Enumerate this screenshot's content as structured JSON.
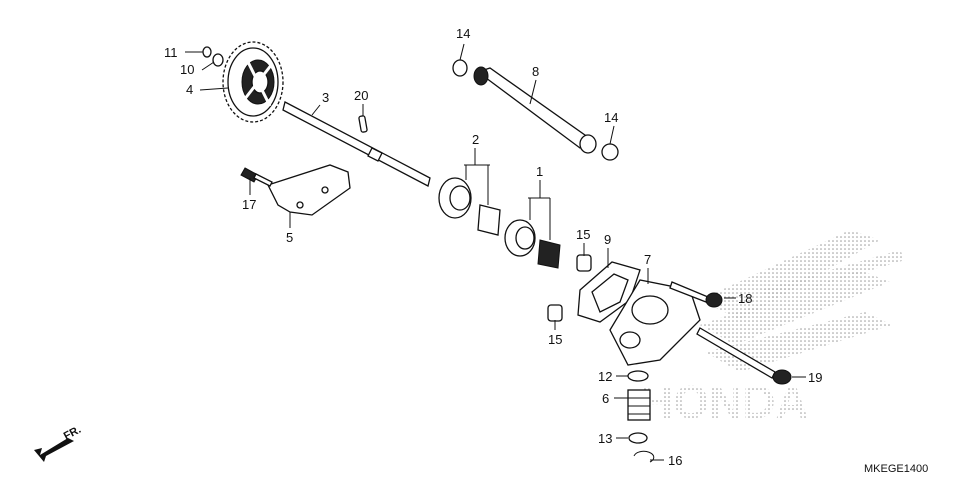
{
  "diagram": {
    "brand_watermark": "HONDA",
    "diagram_code": "MKEGE1400",
    "front_indicator": "FR.",
    "callouts": {
      "c1": "1",
      "c2": "2",
      "c3": "3",
      "c4": "4",
      "c5": "5",
      "c6": "6",
      "c7": "7",
      "c8": "8",
      "c9": "9",
      "c10": "10",
      "c11": "11",
      "c12": "12",
      "c13": "13",
      "c14a": "14",
      "c14b": "14",
      "c15a": "15",
      "c15b": "15",
      "c16": "16",
      "c17": "17",
      "c18": "18",
      "c19": "19",
      "c20": "20"
    }
  }
}
